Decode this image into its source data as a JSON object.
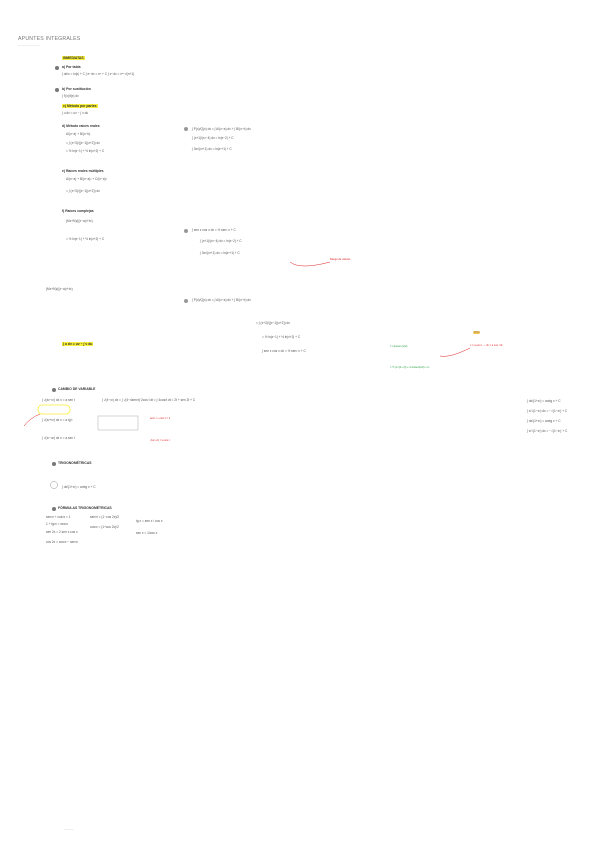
{
  "document": {
    "title": "APUNTES INTEGRALES",
    "subtitle": "— — — — — —",
    "footer": "— — —"
  },
  "sections": {
    "immediate": "INMEDIATAS",
    "sub_a": "a) Por tabla",
    "sub_b": "b) Por sustitución",
    "sub_c": "c) Método por partes",
    "partes_formula": "∫ u dv = uv − ∫ v du",
    "racionales": "d) Método raíces reales",
    "racionales2": "e) Raíces reales múltiples",
    "racionales3": "f) Raíces complejas",
    "cambio_variable": "CAMBIO DE VARIABLE",
    "trig_sub": "TRIGONOMÉTRICAS",
    "identidades": "FÓRMULAS TRIGONOMÉTRICAS"
  },
  "formulas": {
    "f_top": "∫ dx/x = ln|x| + C    ∫ eˣ dx = eˣ + C    ∫ xⁿ dx = xⁿ⁺¹/(n+1)",
    "f_frac": "∫ f'(x)/f(x) dx",
    "f_ab": "A/(x−a) + B/(x−b)",
    "f_mult": "A/(x−a) + B/(x−a)² + C/(x−a)³",
    "f_comp": "(Mx+N)/((x−a)²+b²)",
    "f_right1": "∫ P(x)/Q(x) dx = ∫ A/(x−a) dx + ∫ B/(x−b) dx",
    "f_right2": "∫ (x+1)/(x²−4) dx = ln|x−2| + C",
    "f_right3": "∫ 3x²/(x³+1) dx = ln|x³+1| + C",
    "f_right4": "∫ sen x cos x dx = ½ sen² x + C",
    "f_mid1": "= ∫ (x+3)/((x−1)(x+2)) dx",
    "f_mid2": "= ½ ln|x−1| + ½ ln|x+2| + C",
    "f_cv1": "∫ √(a²−x²) dx   x = a sen t",
    "f_cv2": "∫ √(a²+x²) dx   x = a tg t",
    "f_cv3": "∫ √(x²−a²) dx   x = a sec t",
    "f_cv_long": "∫ √(4−x²) dx = ∫ √(4−4sen²t)·2cos t dt = ∫ 4cos²t dt = 2t + sen 2t + C",
    "f_trig1": "∫ dx/(1+x²) = arctg x + C",
    "f_trig2": "∫ x/√(1−x²) dx = −√(1−x²) + C",
    "f_id1": "sen²x + cos²x = 1",
    "f_id2": "1 + tg²x = sec²x",
    "f_id3": "sen 2x = 2 sen x cos x",
    "f_id4": "cos 2x = cos²x − sen²x",
    "f_id5": "sen²x = (1−cos 2x)/2",
    "f_id6": "cos²x = (1+cos 2x)/2",
    "f_id7": "tg x = sen x / cos x",
    "f_id8": "sec x = 1/cos x"
  },
  "annotations": {
    "red1": "Rango de valores",
    "red2": "x = a sen t → dx = a cos t dt",
    "red3": "sen² t + cos² t = 1",
    "red4": "√(a²−x²) = a cos t",
    "green1": "= ½ (x√(4−x²)) + 2 arcsen(x/2) + C",
    "green2": "t = arcsen (x/2)",
    "orange1": "OJO"
  }
}
